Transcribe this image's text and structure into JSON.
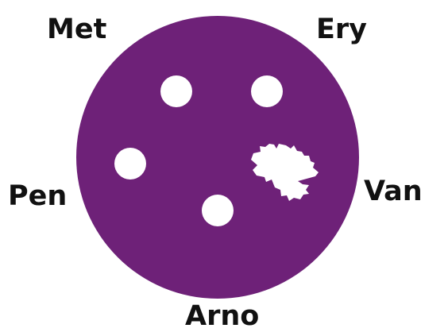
{
  "labels": {
    "top_left": "Met",
    "top_right": "Ery",
    "left": "Pen",
    "right": "Van",
    "bottom": "Arno"
  },
  "colors": {
    "plate": "#6e2178",
    "disk": "#ffffff",
    "text": "#111111"
  }
}
